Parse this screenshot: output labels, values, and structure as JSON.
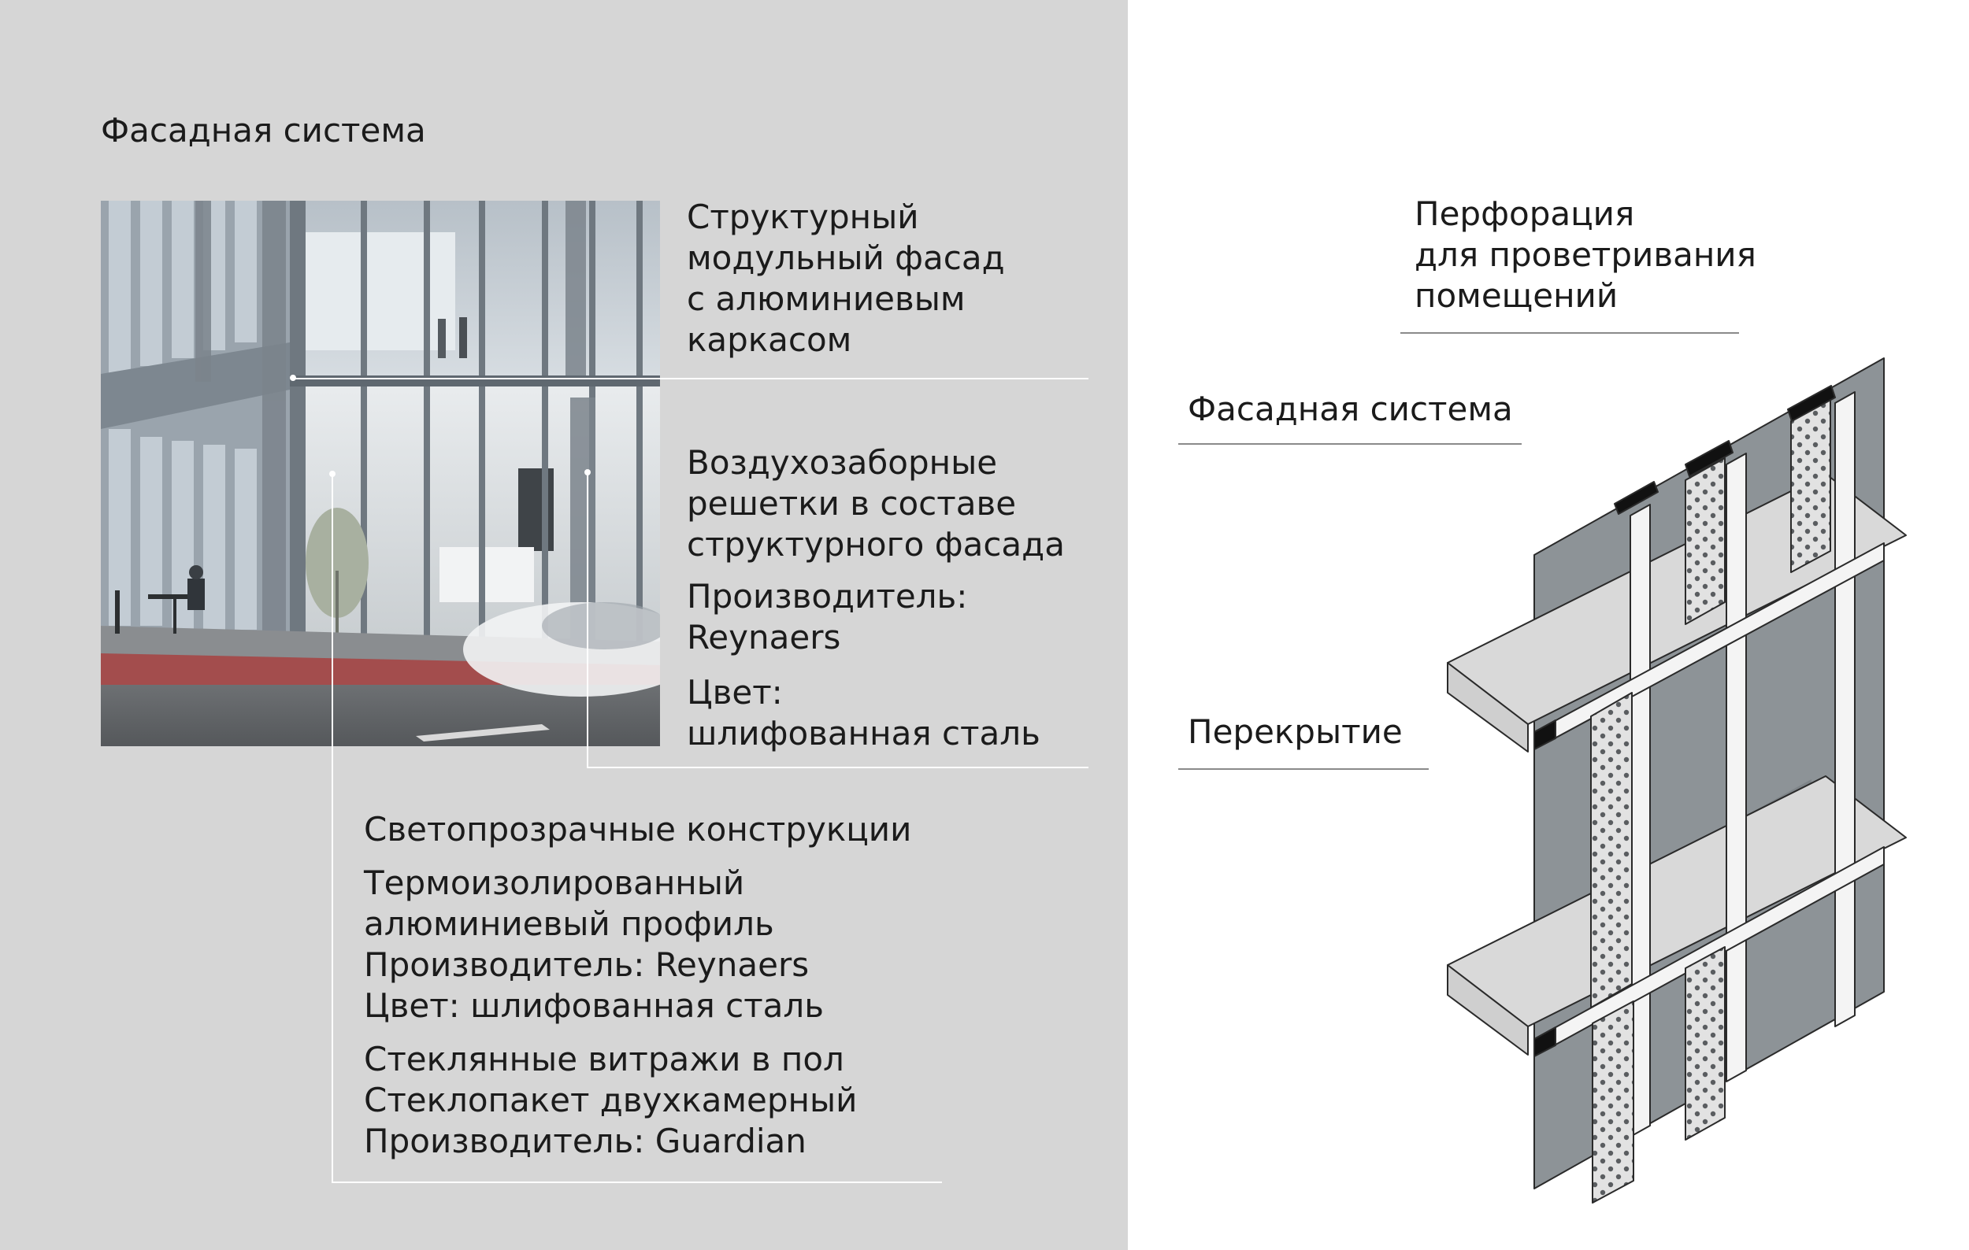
{
  "left": {
    "title": "Фасадная система",
    "facade": {
      "lines": [
        "Структурный",
        "модульный фасад",
        "с алюминиевым",
        "каркасом"
      ]
    },
    "grilles": {
      "lines": [
        "Воздухозаборные",
        "решетки в составе",
        "структурного фасада"
      ],
      "maker_lines": [
        "Производитель:",
        "Reynaers"
      ],
      "color_lines": [
        "Цвет:",
        "шлифованная сталь"
      ]
    },
    "glazing": {
      "heading": "Светопрозрачные конструкции",
      "profile_lines": [
        "Термоизолированный",
        "алюминиевый профиль",
        "Производитель: Reynaers",
        "Цвет: шлифованная сталь"
      ],
      "glass_lines": [
        "Стеклянные витражи в пол",
        "Стеклопакет двухкамерный",
        "Производитель: Guardian"
      ]
    }
  },
  "right": {
    "perforation_lines": [
      "Перфорация",
      "для проветривания",
      "помещений"
    ],
    "facade_system": "Фасадная система",
    "slab": "Перекрытие"
  },
  "colors": {
    "left_bg": "#d6d6d6",
    "right_bg": "#ffffff",
    "glass": "#8d9397",
    "slab": "#d9d9d9",
    "perforated": "#e2e2e2",
    "mullion": "#f4f4f4"
  }
}
